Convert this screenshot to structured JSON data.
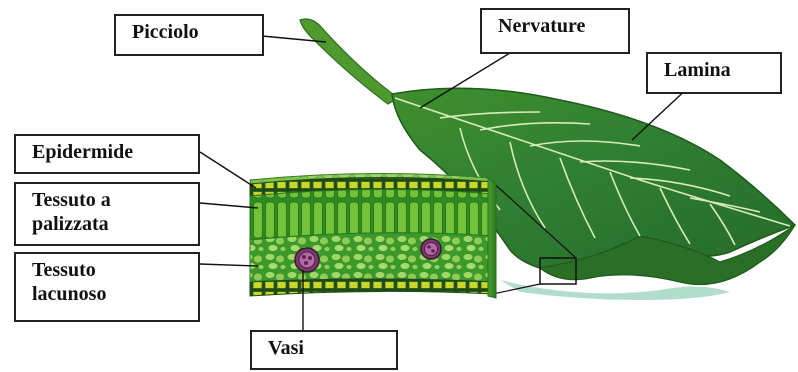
{
  "labels": {
    "picciolo": "Picciolo",
    "nervature": "Nervature",
    "lamina": "Lamina",
    "epidermide": "Epidermide",
    "palizzata": "Tessuto a\npalizzata",
    "lacunoso": "Tessuto\nlacunoso",
    "vasi": "Vasi"
  },
  "colors": {
    "leaf_dark": "#2f7d32",
    "leaf_mid": "#4c9a2a",
    "vein": "#d4e8b0",
    "palisade": "#6ab52e",
    "spongy": "#8fcc55",
    "epidermis": "#c9d62a",
    "vessel": "#7a3b6b"
  }
}
